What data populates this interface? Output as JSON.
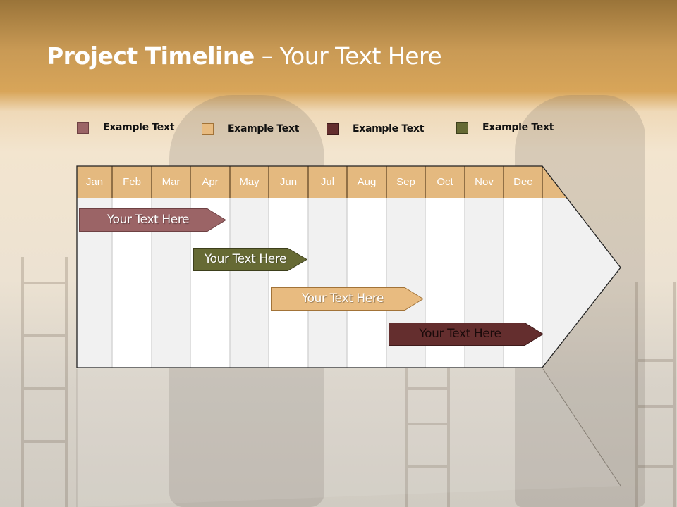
{
  "slide": {
    "title_bold": "Project Timeline",
    "title_rest": " – Your Text Here"
  },
  "legend": [
    {
      "label": "Example Text",
      "color": "#9b6466",
      "border": "#6e4143"
    },
    {
      "label": "Example Text",
      "color": "#e8bb80",
      "border": "#a27338"
    },
    {
      "label": "Example Text",
      "color": "#642e2e",
      "border": "#3e1a1a"
    },
    {
      "label": "Example Text",
      "color": "#666a34",
      "border": "#3d3f1c"
    }
  ],
  "timeline": {
    "months": [
      "Jan",
      "Feb",
      "Mar",
      "Apr",
      "May",
      "Jun",
      "Jul",
      "Aug",
      "Sep",
      "Oct",
      "Nov",
      "Dec"
    ],
    "header_color": "#e4b97f",
    "bars": [
      {
        "label": "Your  Text Here",
        "start": "Jan",
        "end": "Apr",
        "color": "#9b6466",
        "text_color": "#ffffff"
      },
      {
        "label": "Your  Text Here",
        "start": "Apr",
        "end": "Jun",
        "color": "#666a34",
        "text_color": "#ffffff"
      },
      {
        "label": "Your  Text Here",
        "start": "Jun",
        "end": "Sep",
        "color": "#e8bb80",
        "text_color": "#ffffff"
      },
      {
        "label": "Your  Text Here",
        "start": "Aug",
        "end": "Dec",
        "color": "#642e2e",
        "text_color": "#1a0a0a"
      }
    ]
  }
}
